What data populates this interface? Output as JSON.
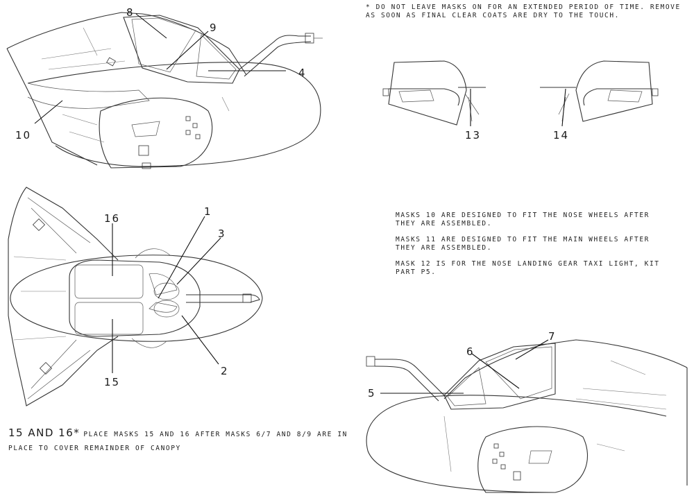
{
  "notes": {
    "top": "* Do not leave masks on for an extended period of time. Remove as soon as final clear coats are dry to the touch.",
    "mask10": "Masks 10 are designed to fit the nose wheels after they are assembled.",
    "mask11": "Masks 11 are designed to fit the main wheels after they are assembled.",
    "mask12": "Mask 12 is for the nose landing gear taxi light, kit part P5.",
    "bottom_heading": "15 and 16*",
    "bottom_text": "Place masks 15 and 16 after masks 6/7 and 8/9 are in place to cover remainder of canopy"
  },
  "callouts": {
    "n1": "1",
    "n2": "2",
    "n3": "3",
    "n4": "4",
    "n5": "5",
    "n6": "6",
    "n7": "7",
    "n8": "8",
    "n9": "9",
    "n10": "10",
    "n13": "13",
    "n14": "14",
    "n15": "15",
    "n16": "16"
  }
}
